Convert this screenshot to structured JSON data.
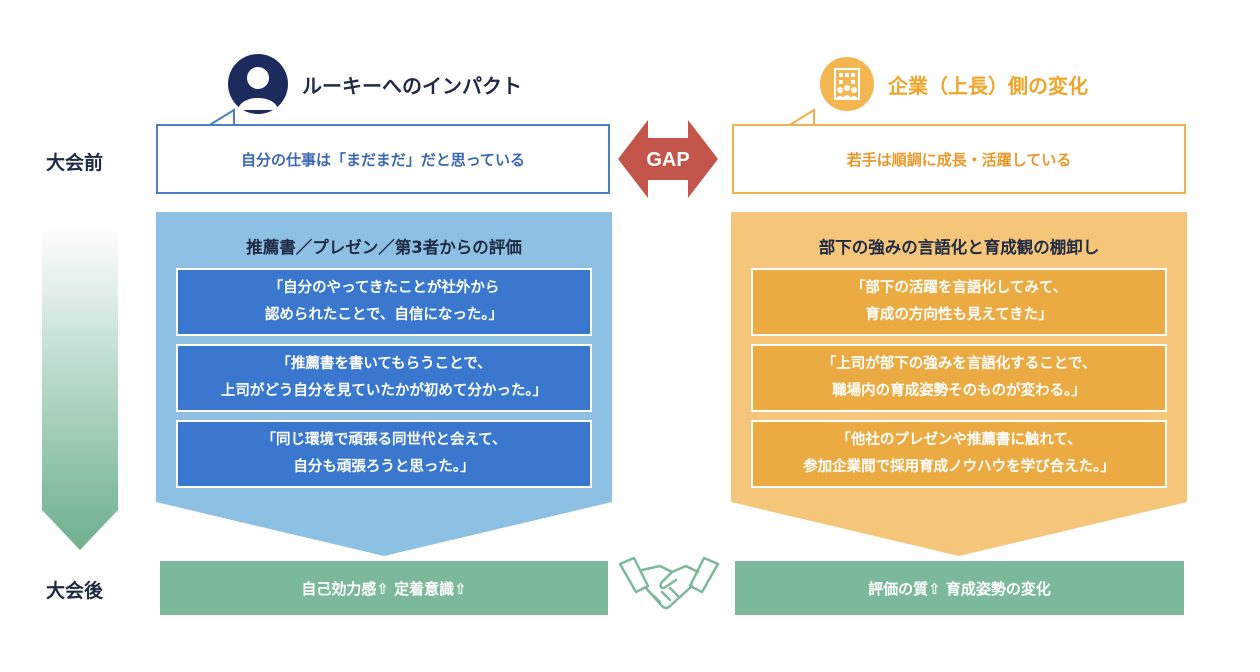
{
  "left": {
    "title": "ルーキーへのインパクト",
    "icon": "person-icon",
    "before_text": "自分の仕事は「まだまだ」だと思っている",
    "panel_title": "推薦書／プレゼン／第3者からの評価",
    "quotes": [
      {
        "line1": "「自分のやってきたことが社外から",
        "line2": "認められたことで、自信になった。」"
      },
      {
        "line1": "「推薦書を書いてもらうことで、",
        "line2": "上司がどう自分を見ていたかが初めて分かった。」"
      },
      {
        "line1": "「同じ環境で頑張る同世代と会えて、",
        "line2": "自分も頑張ろうと思った。」"
      }
    ],
    "result": "自己効力感⇧ 定着意識⇧"
  },
  "right": {
    "title": "企業（上長）側の変化",
    "icon": "building-people-icon",
    "before_text": "若手は順調に成長・活躍している",
    "panel_title": "部下の強みの言語化と育成観の棚卸し",
    "quotes": [
      {
        "line1": "「部下の活躍を言語化してみて、",
        "line2": "育成の方向性も見えてきた」"
      },
      {
        "line1": "「上司が部下の強みを言語化することで、",
        "line2": "職場内の育成姿勢そのものが変わる。」"
      },
      {
        "line1": "「他社のプレゼンや推薦書に触れて、",
        "line2": "参加企業間で採用育成ノウハウを学び合えた。」"
      }
    ],
    "result": "評価の質⇧ 育成姿勢の変化"
  },
  "stages": {
    "before": "大会前",
    "after": "大会後"
  },
  "gap_label": "GAP",
  "center_icon": "handshake-icon",
  "colors": {
    "navy": "#1d2b5c",
    "blue_panel": "#8ec0e4",
    "blue_quote": "#3a78cf",
    "orange_panel": "#f5c57a",
    "orange_quote": "#ecab42",
    "green": "#7bb99a",
    "gap_red": "#c3554a"
  }
}
